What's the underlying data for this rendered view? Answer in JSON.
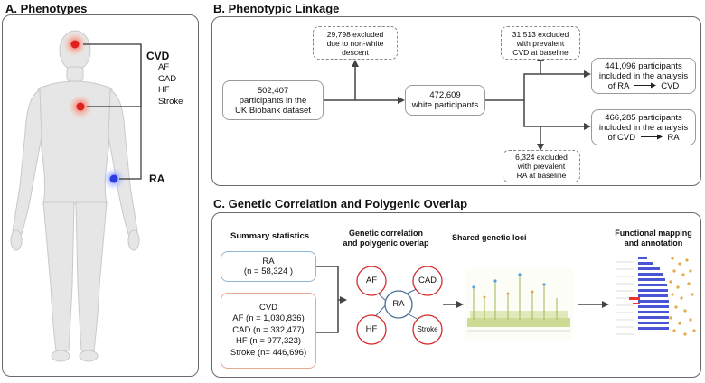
{
  "panel_a": {
    "title": "A. Phenotypes",
    "cvd_label": "CVD",
    "cvd_items": [
      "AF",
      "CAD",
      "HF",
      "Stroke"
    ],
    "ra_label": "RA"
  },
  "panel_b": {
    "title": "B. Phenotypic Linkage",
    "start": [
      "502,407",
      "participants in the",
      "UK Biobank dataset"
    ],
    "excluded_nonwhite": [
      "29,798 excluded",
      "due to non-white",
      "descent"
    ],
    "white": [
      "472,609",
      "white participants"
    ],
    "excluded_cvd": [
      "31,513 excluded",
      "with prevalent",
      "CVD at baseline"
    ],
    "excluded_ra": [
      "6,324 excluded",
      "with prevalent",
      "RA at baseline"
    ],
    "ra_to_cvd": [
      "441,096 participants",
      "included in the analysis",
      "of RA",
      "CVD"
    ],
    "cvd_to_ra": [
      "466,285 participants",
      "included in the analysis",
      "of CVD",
      "RA"
    ]
  },
  "panel_c": {
    "title": "C. Genetic Correlation and Polygenic Overlap",
    "summary_title": "Summary statistics",
    "ra_box": [
      "RA",
      "(n = 58,324 )"
    ],
    "cvd_box": [
      "CVD",
      "AF (n = 1,030,836)",
      "CAD (n = 332,477)",
      "HF (n = 977,323)",
      "Stroke (n= 446,696)"
    ],
    "genetic_title": [
      "Genetic correlation",
      "and polygenic overlap"
    ],
    "network": {
      "center": "RA",
      "nodes": [
        "AF",
        "CAD",
        "HF",
        "Stroke"
      ]
    },
    "loci_title": "Shared genetic loci",
    "functional_title": [
      "Functional mapping",
      "and annotation"
    ]
  },
  "colors": {
    "cvd_dot": "#e0201c",
    "ra_dot": "#2a3ee0",
    "ra_box_border": "#8fb8d8",
    "cvd_box_border": "#e6a98e",
    "node_border": "#d42a2a",
    "center_border": "#4a6f9a",
    "arrow": "#555555"
  }
}
